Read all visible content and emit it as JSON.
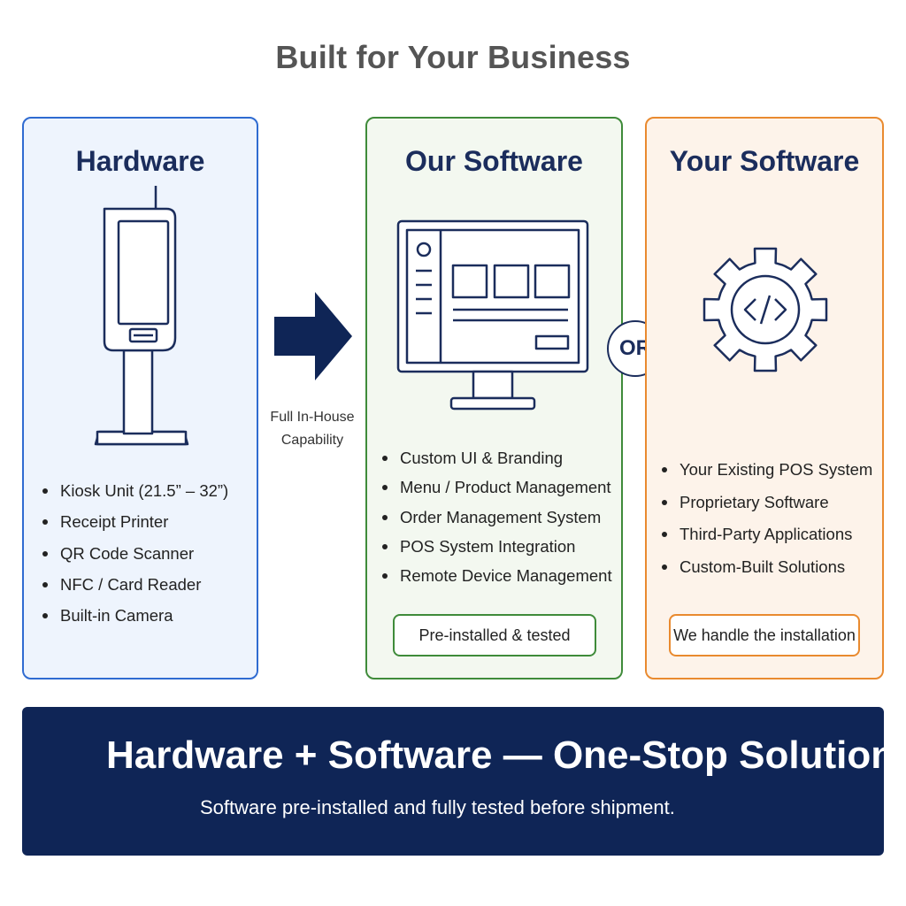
{
  "header": {
    "title": "Built for Your Business"
  },
  "hardware": {
    "title": "Hardware",
    "illustration": "kiosk-icon",
    "items": [
      "Kiosk Unit (21.5” – 32”)",
      "Receipt Printer",
      "QR Code Scanner",
      "NFC / Card Reader",
      "Built-in Camera"
    ]
  },
  "connector": {
    "icon": "right-arrow-icon",
    "caption_line1": "Full In-House",
    "caption_line2": "Capability"
  },
  "our_software": {
    "title": "Our Software",
    "illustration": "monitor-icon",
    "items": [
      "Custom UI & Branding",
      "Menu / Product Management",
      "Order Management System",
      "POS System Integration",
      "Remote Device Management"
    ],
    "badge": "Pre-installed & tested"
  },
  "or_label": "OR",
  "your_software": {
    "title": "Your Software",
    "illustration": "gear-code-icon",
    "items": [
      "Your Existing POS System",
      "Proprietary Software",
      "Third-Party Applications",
      "Custom-Built Solutions"
    ],
    "badge": "We handle the installation"
  },
  "banner": {
    "title": "Hardware + Software — One-Stop Solution",
    "subtitle": "Software pre-installed and fully tested before shipment."
  },
  "colors": {
    "navy": "#0f2556",
    "hardware_border": "#2f6bd1",
    "our_software_border": "#3f8b3a",
    "your_software_border": "#e98a2f"
  }
}
